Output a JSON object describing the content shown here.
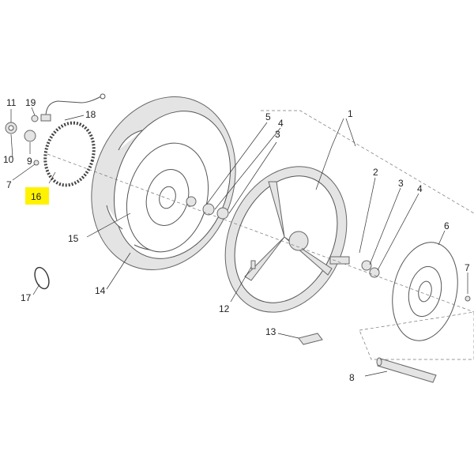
{
  "diagram": {
    "highlight_color": "#fff200",
    "line_color": "#333333",
    "callouts": {
      "c1": "1",
      "c2": "2",
      "c3": "3",
      "c4": "4",
      "c5": "5",
      "c6": "6",
      "c7": "7",
      "c8": "8",
      "c9": "9",
      "c10": "10",
      "c11": "11",
      "c12": "12",
      "c13": "13",
      "c14": "14",
      "c15": "15",
      "c16": "16",
      "c17": "17",
      "c18": "18",
      "c19": "19",
      "c4b": "4",
      "c3b": "3",
      "c7b": "7"
    }
  }
}
